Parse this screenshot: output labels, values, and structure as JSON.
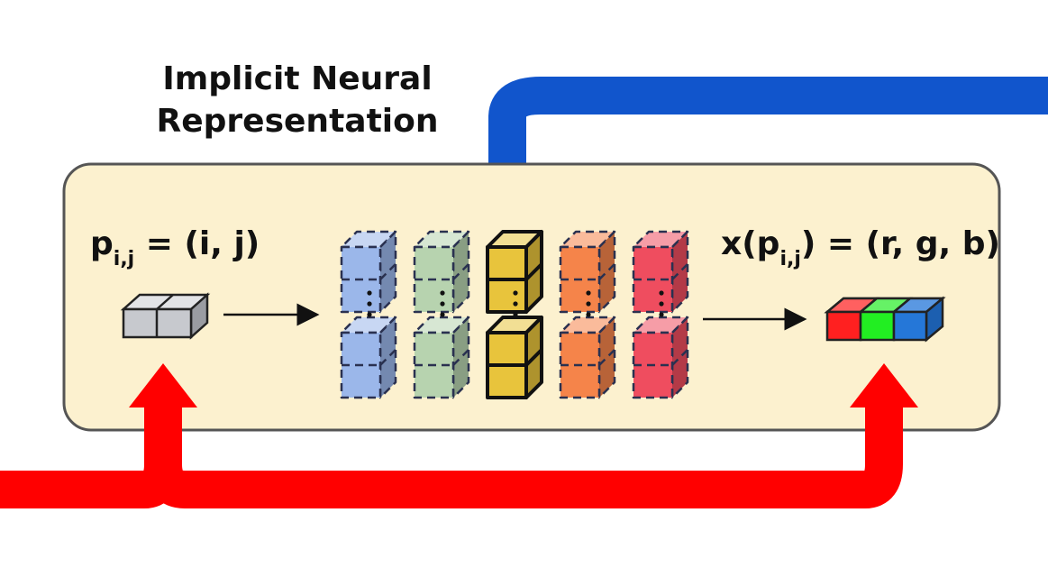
{
  "title": {
    "line1": "Implicit Neural",
    "line2": "Representation"
  },
  "input_label": {
    "base": "p",
    "sub": "i,j",
    "rest": " = (i, j)"
  },
  "output_label": {
    "pre": "x(p",
    "sub": "i,j",
    "rest": ") = (r, g, b)"
  },
  "colors": {
    "box_fill": "#fcf1cf",
    "box_stroke": "#555555",
    "blue_path": "#1155cc",
    "red_path": "#ff0000",
    "input_cube": "#c7c9ce",
    "layer_blue": "#9bb7ea",
    "layer_green": "#b7d3af",
    "layer_yellow": "#e8c43c",
    "layer_orange": "#f5844a",
    "layer_red": "#ef4d5f",
    "out_r": "#ff2020",
    "out_g": "#22ee22",
    "out_b": "#2577d8"
  }
}
